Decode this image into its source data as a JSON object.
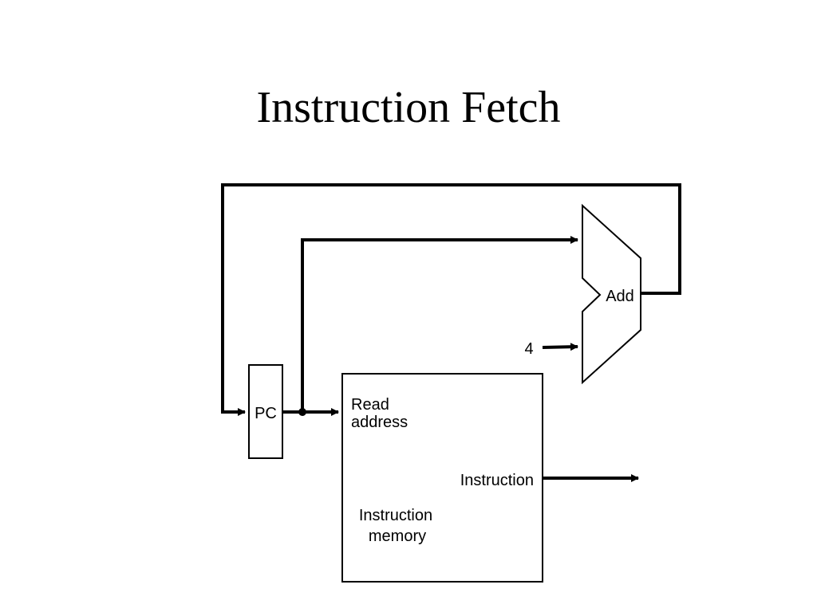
{
  "slide": {
    "title": "Instruction Fetch"
  },
  "diagram": {
    "pc_label": "PC",
    "memory": {
      "input_label_line1": "Read",
      "input_label_line2": "address",
      "output_label": "Instruction",
      "name_line1": "Instruction",
      "name_line2": "memory"
    },
    "adder": {
      "label": "Add",
      "constant_input": "4"
    },
    "colors": {
      "wire": "#000000",
      "background": "#ffffff"
    }
  }
}
